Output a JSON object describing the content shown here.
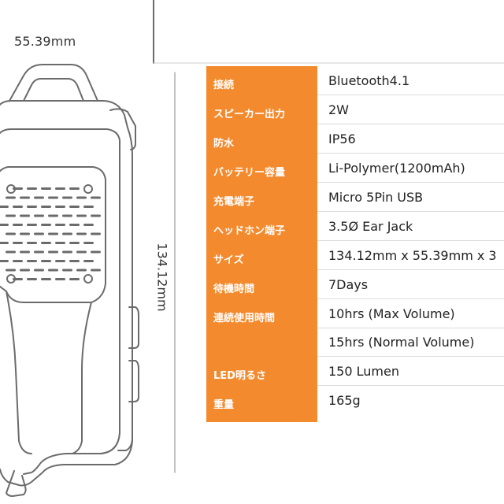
{
  "dimensions": {
    "width": "55.39mm",
    "height": "134.12mm"
  },
  "specs": [
    {
      "key": "接続",
      "value": "Bluetooth4.1"
    },
    {
      "key": "スピーカー出力",
      "value": "2W"
    },
    {
      "key": "防水",
      "value": "IP56"
    },
    {
      "key": "バッテリー容量",
      "value": "Li-Polymer(1200mAh)"
    },
    {
      "key": "充電端子",
      "value": "Micro 5Pin USB"
    },
    {
      "key": "ヘッドホン端子",
      "value": "3.5Ø Ear Jack"
    },
    {
      "key": "サイズ",
      "value": "134.12mm x 55.39mm x 3"
    },
    {
      "key": "待機時間",
      "value": "7Days"
    },
    {
      "key": "連続使用時間",
      "value": "10hrs (Max Volume)",
      "value2": "15hrs (Normal Volume)"
    },
    {
      "key": "LED明るさ",
      "value": "150 Lumen"
    },
    {
      "key": "重量",
      "value": "165g"
    }
  ],
  "colors": {
    "accent": "#f48a2e",
    "line": "#6b6b6b"
  }
}
